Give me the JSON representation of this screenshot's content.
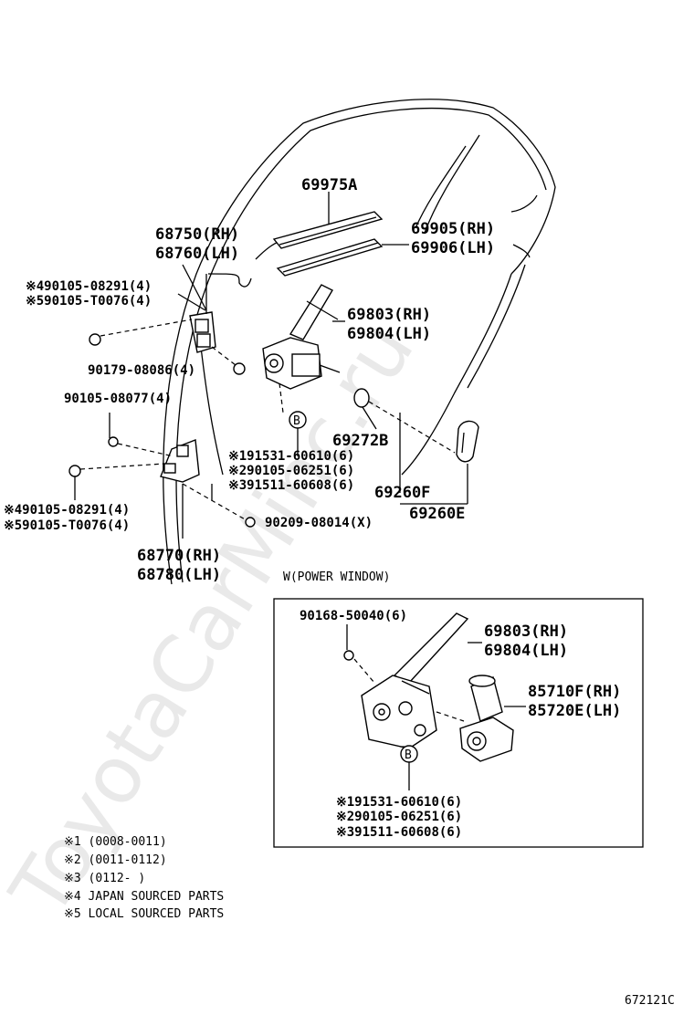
{
  "watermark": "ToyotaCarMinc.ru",
  "diagram_code": "672121C",
  "labels": {
    "p69975a": "69975A",
    "p68750": "68750(RH)",
    "p68760": "68760(LH)",
    "p69905": "69905(RH)",
    "p69906": "69906(LH)",
    "p490105_top": "※490105-08291(4)",
    "p590105_top": "※590105-T0076(4)",
    "p69803": "69803(RH)",
    "p69804": "69804(LH)",
    "p90179": "90179-08086(4)",
    "p90105_08077": "90105-08077(4)",
    "p69272b": "69272B",
    "p191531": "※191531-60610(6)",
    "p290105": "※290105-06251(6)",
    "p391511": "※391511-60608(6)",
    "p69260f": "69260F",
    "p69260e": "69260E",
    "p490105_bot": "※490105-08291(4)",
    "p590105_bot": "※590105-T0076(4)",
    "p90209": "90209-08014(X)",
    "p68770": "68770(RH)",
    "p68780": "68780(LH)",
    "circle_b": "B"
  },
  "power_window_box": {
    "title": "W(POWER WINDOW)",
    "p90168": "90168-50040(6)",
    "p69803": "69803(RH)",
    "p69804": "69804(LH)",
    "p85710f": "85710F(RH)",
    "p85720e": "85720E(LH)",
    "circle_b": "B",
    "p191531": "※191531-60610(6)",
    "p290105": "※290105-06251(6)",
    "p391511": "※391511-60608(6)"
  },
  "legend": [
    "※1 (0008-0011)",
    "※2 (0011-0112)",
    "※3 (0112-     )",
    "※4 JAPAN SOURCED PARTS",
    "※5 LOCAL SOURCED PARTS"
  ]
}
